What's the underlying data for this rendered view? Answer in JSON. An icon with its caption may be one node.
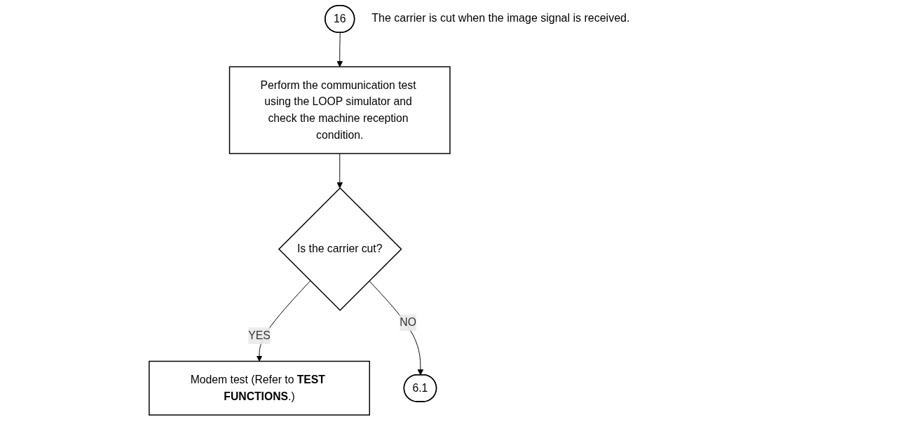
{
  "diagram": {
    "nodes": [
      {
        "text": [
          "16"
        ],
        "beside": [
          "The carrier is cut when the image signal is received."
        ]
      },
      {
        "text": [
          "Perform the communication test using the LOOP simulator and check the machine reception condition."
        ]
      },
      {
        "text": [
          "Is the carrier cut?"
        ]
      },
      {
        "text": [
          "Modem test (Refer to **TEST FUNCTIONS**.)"
        ]
      },
      {
        "text": [
          "6.1"
        ]
      }
    ],
    "edges": [
      {
        "from": 0,
        "to": 1,
        "arrow": "to"
      },
      {
        "from": 1,
        "to": 2,
        "arrow": "to"
      },
      {
        "from": 2,
        "to": 3,
        "arrow": "to",
        "label": "YES"
      },
      {
        "from": 2,
        "to": 4,
        "arrow": "to",
        "label": "NO"
      }
    ]
  }
}
